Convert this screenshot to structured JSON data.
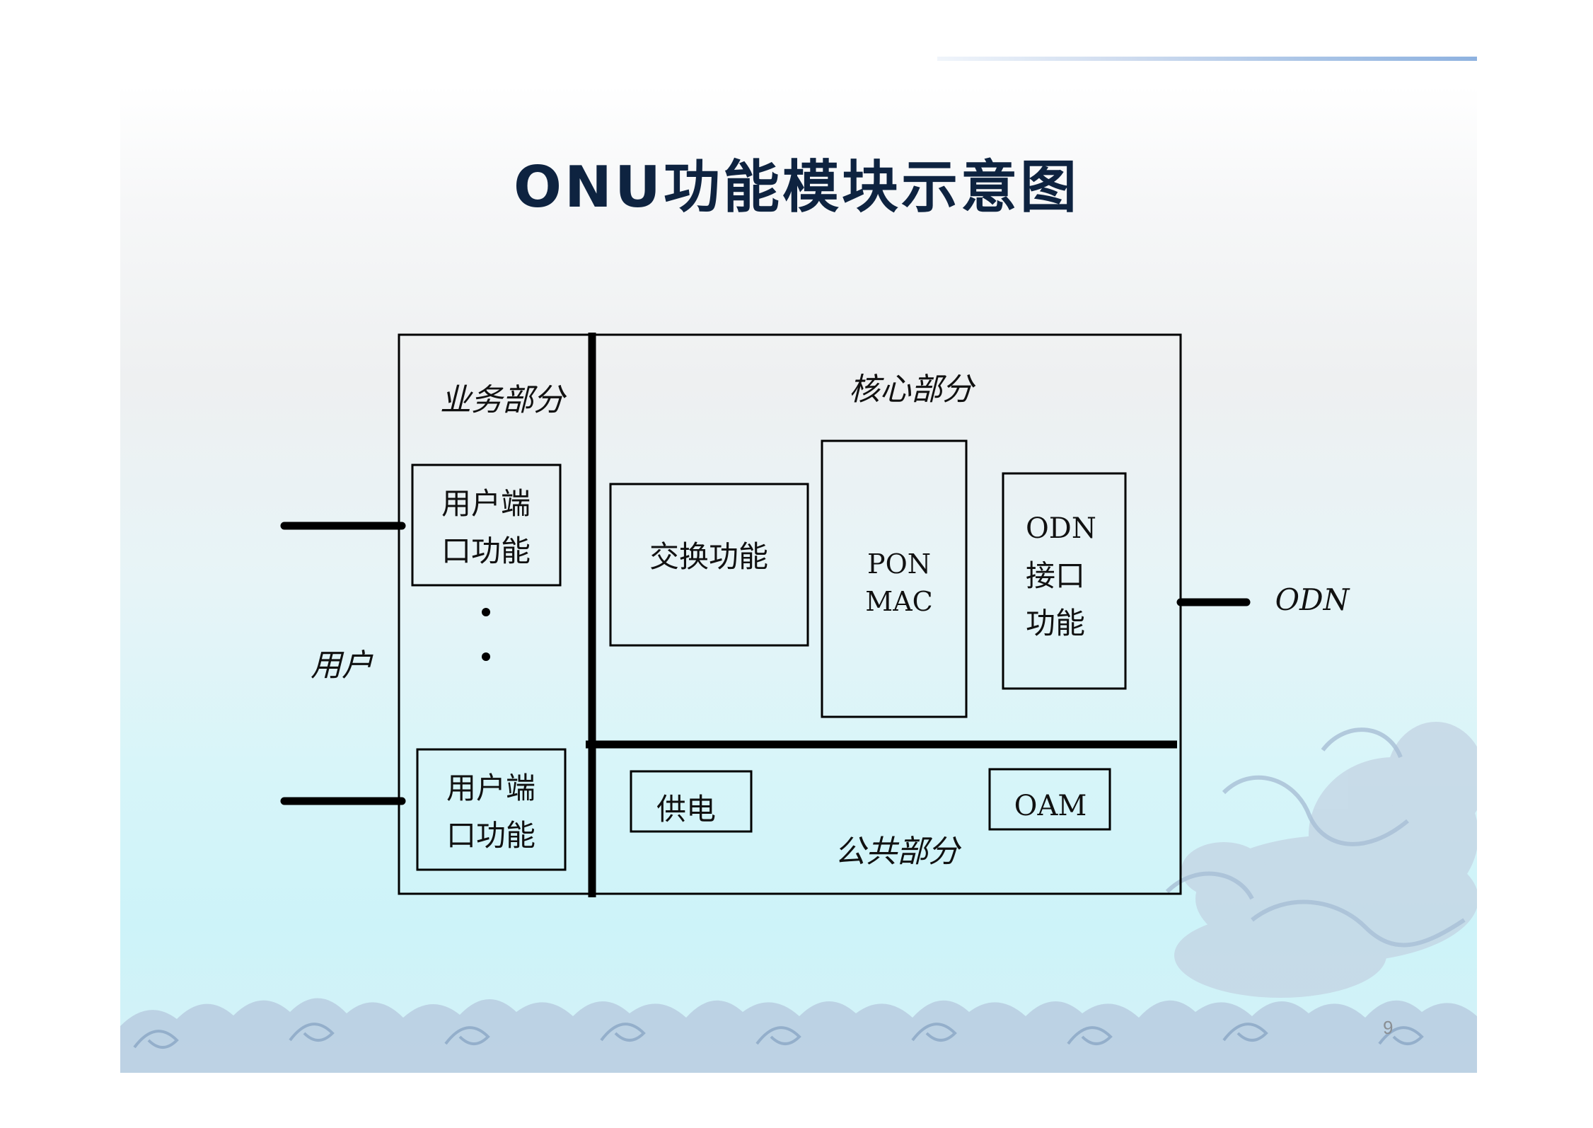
{
  "slide": {
    "title": "ONU功能模块示意图",
    "page_number": "9"
  },
  "diagram": {
    "sections": {
      "business": "业务部分",
      "core": "核心部分",
      "common": "公共部分"
    },
    "user_label": "用户",
    "odn_label": "ODN",
    "user_port_1": [
      "用户端",
      "口功能"
    ],
    "user_port_2": [
      "用户端",
      "口功能"
    ],
    "switch": "交换功能",
    "pon_mac": [
      "PON",
      "MAC"
    ],
    "odn_interface": [
      "ODN",
      "接口",
      "功能"
    ],
    "power": "供电",
    "oam": "OAM"
  },
  "colors": {
    "title": "#0e2340",
    "line": "#000000",
    "top_rule": "#8eb2e0"
  }
}
